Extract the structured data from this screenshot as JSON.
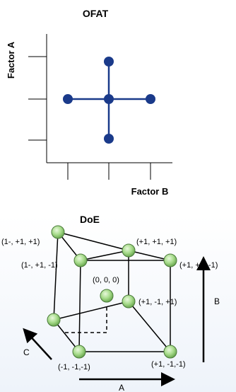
{
  "ofat": {
    "title": "OFAT",
    "y_label": "Factor A",
    "x_label": "Factor B",
    "point_color": "#1a3a8a",
    "line_color": "#1a3a8a"
  },
  "doe": {
    "title": "DoE",
    "labels": {
      "top_back_left": "(1-, +1, +1)",
      "top_back_right": "(+1, +1, +1)",
      "top_front_left": "(1-, +1, -1)",
      "top_front_right": "(+1, +1, -1)",
      "center": "(0, 0, 0)",
      "bottom_back_right": "(+1, -1, +1)",
      "bottom_front_left": "(-1, -1,-1)",
      "bottom_front_right": "(+1, -1,-1)"
    },
    "axis_a": "A",
    "axis_b": "B",
    "axis_c": "C",
    "node_fill": "#a8dc8c",
    "node_stroke": "#4a7a3a"
  }
}
